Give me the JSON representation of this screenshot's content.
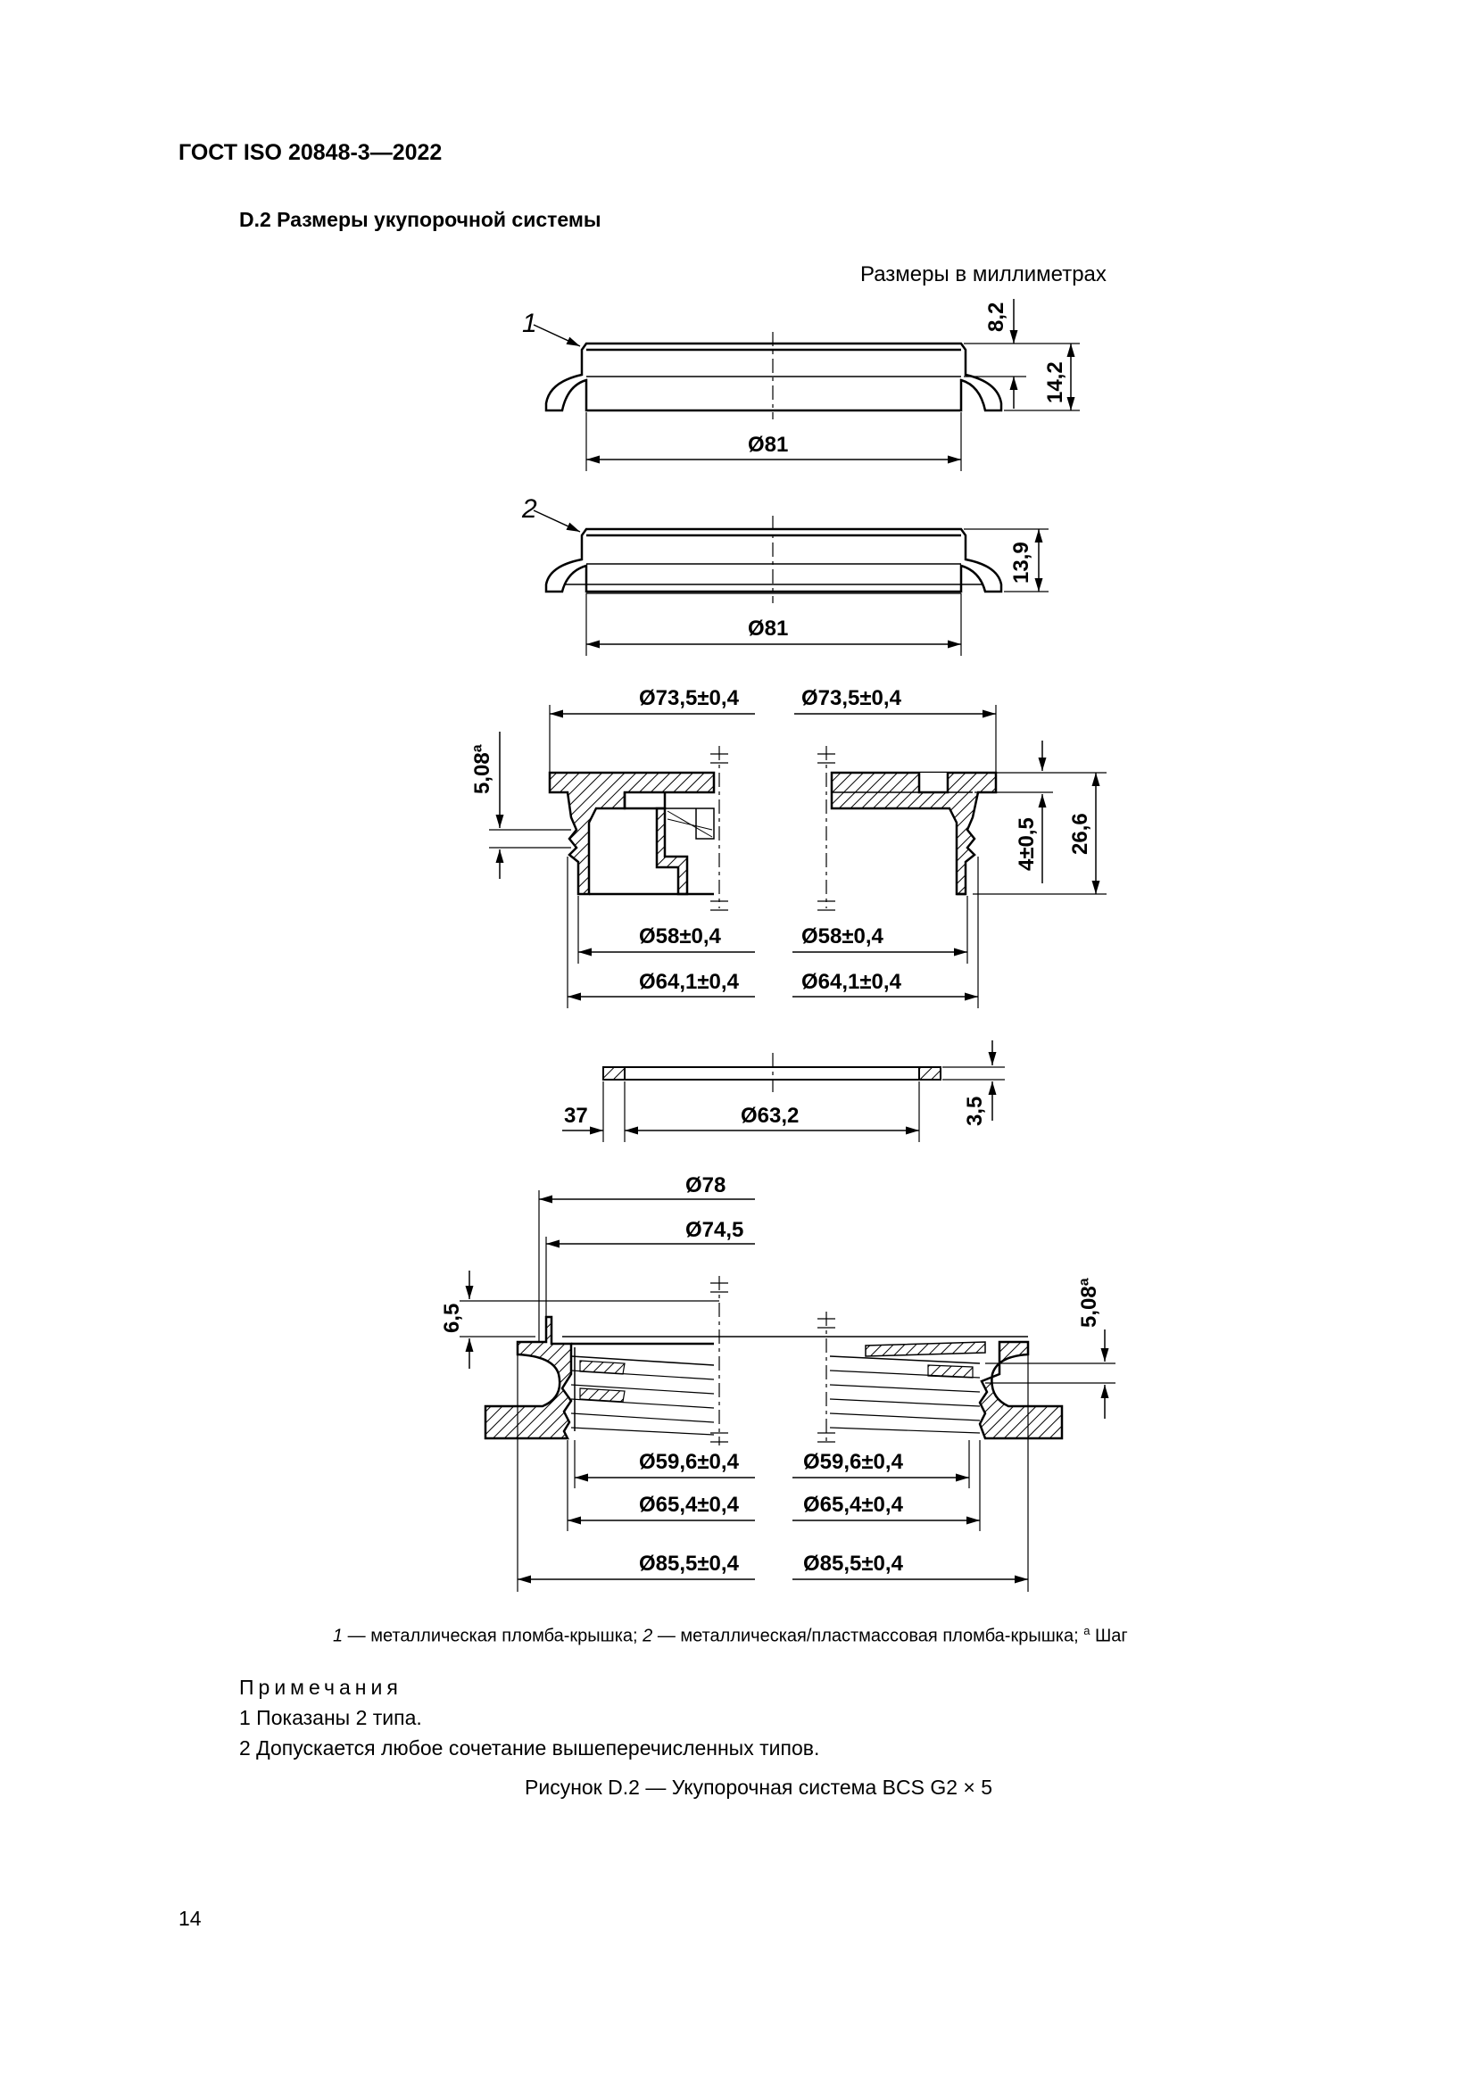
{
  "header": {
    "standard": "ГОСТ ISO 20848-3—2022"
  },
  "section": {
    "heading": "D.2  Размеры укупорочной системы"
  },
  "units_note": "Размеры в миллиметрах",
  "figure": {
    "callouts": [
      "1",
      "2"
    ],
    "cap1": {
      "d_outer": "Ø81",
      "h_top": "8,2",
      "h_total": "14,2"
    },
    "cap2": {
      "d_outer": "Ø81",
      "h_total": "13,9"
    },
    "cap_insert": {
      "d_top_left": "Ø73,5±0,4",
      "d_top_right": "Ø73,5±0,4",
      "pitch": "5,08ª",
      "thread_h": "4±0,5",
      "height": "26,6",
      "d_inner_left": "Ø58±0,4",
      "d_inner_right": "Ø58±0,4",
      "d_mid_left": "Ø64,1±0,4",
      "d_mid_right": "Ø64,1±0,4"
    },
    "gasket": {
      "width": "37",
      "diameter": "Ø63,2",
      "thickness": "3,5"
    },
    "neck": {
      "d_top": "Ø78",
      "d_sub": "Ø74,5",
      "h": "6,5",
      "pitch": "5,08ª",
      "d_a_left": "Ø59,6±0,4",
      "d_a_right": "Ø59,6±0,4",
      "d_b_left": "Ø65,4±0,4",
      "d_b_right": "Ø65,4±0,4",
      "d_c_left": "Ø85,5±0,4",
      "d_c_right": "Ø85,5±0,4"
    }
  },
  "legend": {
    "key1": "1",
    "text1": " — металлическая пломба-крышка; ",
    "key2": "2",
    "text2": " — металлическая/пластмассовая пломба-крышка; ",
    "key3": "a",
    "text3": " Шаг"
  },
  "notes": {
    "title": "Примечания",
    "items": [
      "1  Показаны 2 типа.",
      "2  Допускается любое сочетание вышеперечисленных типов."
    ]
  },
  "caption": "Рисунок D.2 — Укупорочная система BCS G2 × 5",
  "page_number": "14"
}
